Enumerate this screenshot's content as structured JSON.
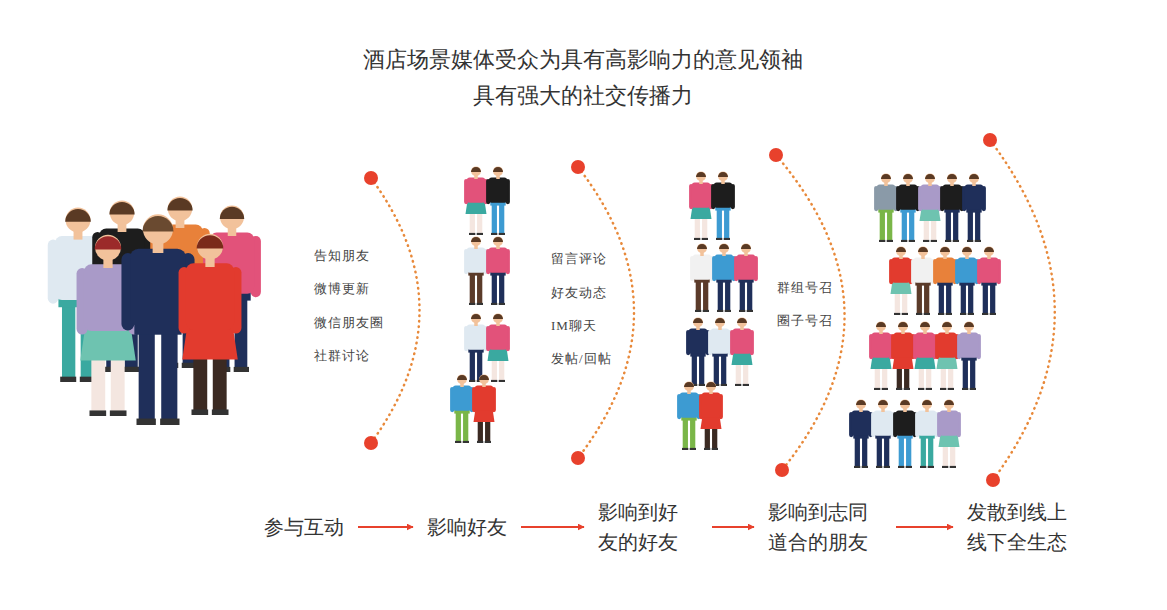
{
  "diagram": {
    "title": "酒店场景媒体受众为具有高影响力的意见领袖 具有强大的社交传播力",
    "nodes": [
      {
        "text": [
          "参与互动"
        ]
      },
      {
        "text": [
          "影响好友"
        ]
      },
      {
        "text": [
          "影响到好 友的好友"
        ]
      },
      {
        "text": [
          "影响到志同 道合的朋友"
        ]
      },
      {
        "text": [
          "发散到线上 线下全生态"
        ]
      }
    ],
    "edges": [
      {
        "from": 0,
        "to": 1,
        "arrow": "to"
      },
      {
        "from": 1,
        "to": 2,
        "arrow": "to"
      },
      {
        "from": 2,
        "to": 3,
        "arrow": "to"
      },
      {
        "from": 3,
        "to": 4,
        "arrow": "to"
      }
    ],
    "labels": [
      "告知朋友",
      "微博更新",
      "微信朋友圈",
      "社群讨论",
      "留言评论",
      "好友动态",
      "IM聊天",
      "发帖/回帖",
      "群组号召",
      "圈子号召"
    ]
  }
}
